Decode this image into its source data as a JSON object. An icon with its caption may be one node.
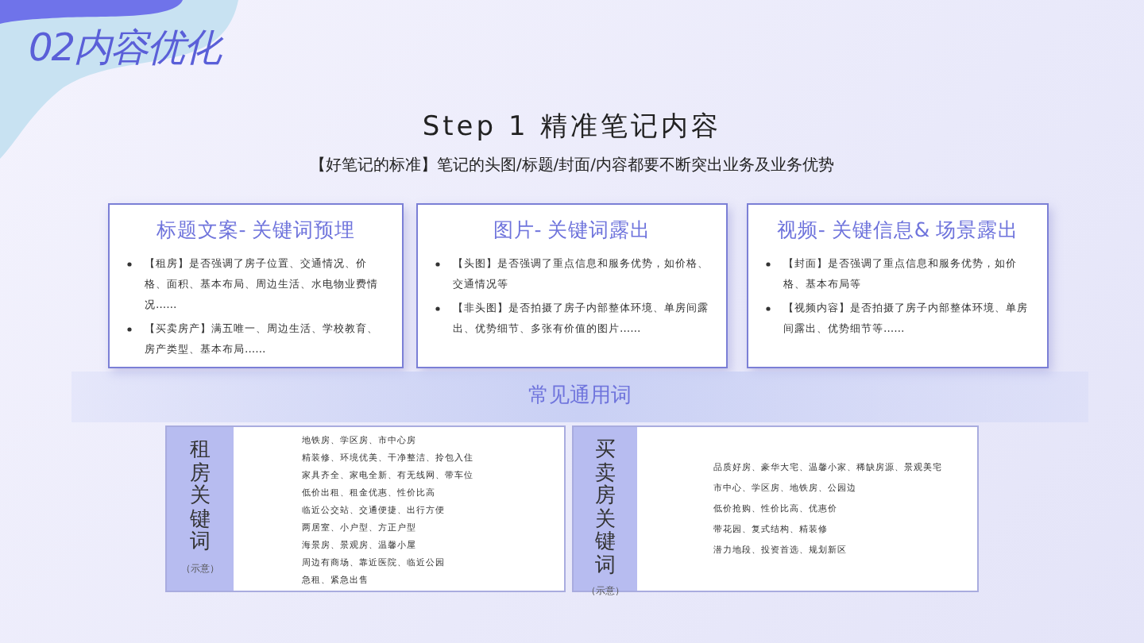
{
  "diagram": {
    "title": "Step 1 精准笔记内容",
    "nodes": [
      {
        "text": [
          "标题文案- 关键词预埋",
          "【租房】是否强调了房子位置、交通情况、价格、面积、基本布局、周边生活、水电物业费情况……",
          "【买卖房产】满五唯一、周边生活、学校教育、房产类型、基本布局……"
        ]
      },
      {
        "text": [
          "图片- 关键词露出",
          "【头图】是否强调了重点信息和服务优势，如价格、交通情况等",
          "【非头图】是否拍摄了房子内部整体环境、单房间露出、优势细节、多张有价值的图片……"
        ]
      },
      {
        "text": [
          "视频- 关键信息& 场景露出",
          "【封面】是否强调了重点信息和服务优势，如价格、基本布局等",
          "【视频内容】是否拍摄了房子内部整体环境、单房间露出、优势细节等……"
        ]
      },
      {
        "text": [
          "常见通用词"
        ]
      },
      {
        "text": [
          "地铁房、学区房、市中心房",
          "精装修、环境优美、干净整洁、拎包入住",
          "家具齐全、家电全新、有无线网、带车位",
          "低价出租、租金优惠、性价比高",
          "临近公交站、交通便捷、出行方便",
          "两居室、小户型、方正户型",
          "海景房、景观房、温馨小屋",
          "周边有商场、靠近医院、临近公园",
          "急租、紧急出售"
        ]
      },
      {
        "text": [
          "租房关键词",
          "（示意）"
        ],
        "in": 4
      },
      {
        "text": [
          "品质好房、豪华大宅、温馨小家、稀缺房源、景观美宅",
          "市中心、学区房、地铁房、公园边",
          "低价抢购、性价比高、优惠价",
          "带花园、复式结构、精装修",
          "潜力地段、投资首选、规划新区"
        ]
      },
      {
        "text": [
          "买卖房关键词",
          "（示意）"
        ],
        "in": 6
      }
    ],
    "labels": [
      "02内容优化",
      "【好笔记的标准】笔记的头图/标题/封面/内容都要不断突出业务及业务优势"
    ]
  }
}
